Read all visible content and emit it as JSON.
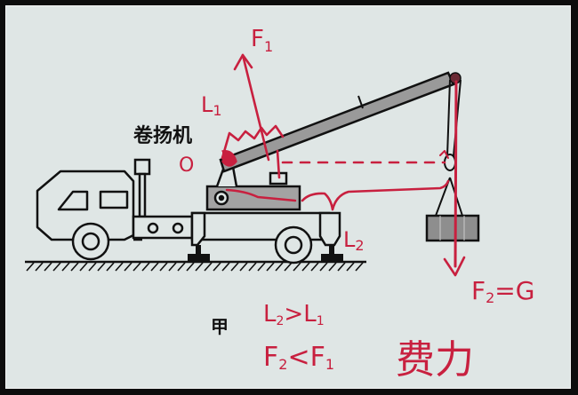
{
  "figure": {
    "caption": "甲",
    "winch_label": "卷扬机",
    "pivot_label": "O"
  },
  "annotations": {
    "force1": "F",
    "force1_sub": "1",
    "arm1": "L",
    "arm1_sub": "1",
    "arm2": "L",
    "arm2_sub": "2",
    "force2_eq": "F",
    "force2_sub": "2",
    "force2_rhs": "=G",
    "relation1_a": "L",
    "relation1_a_sub": "2",
    "relation1_op": ">L",
    "relation1_b_sub": "1",
    "relation2_a": "F",
    "relation2_a_sub": "2",
    "relation2_op": "<F",
    "relation2_b_sub": "1",
    "conclusion": "费力"
  },
  "colors": {
    "ink": "#111111",
    "annotation": "#c8203f",
    "paper": "#dfe6e5",
    "boom_fill": "#9a9a9a",
    "load_fill": "#8e8e8e"
  }
}
